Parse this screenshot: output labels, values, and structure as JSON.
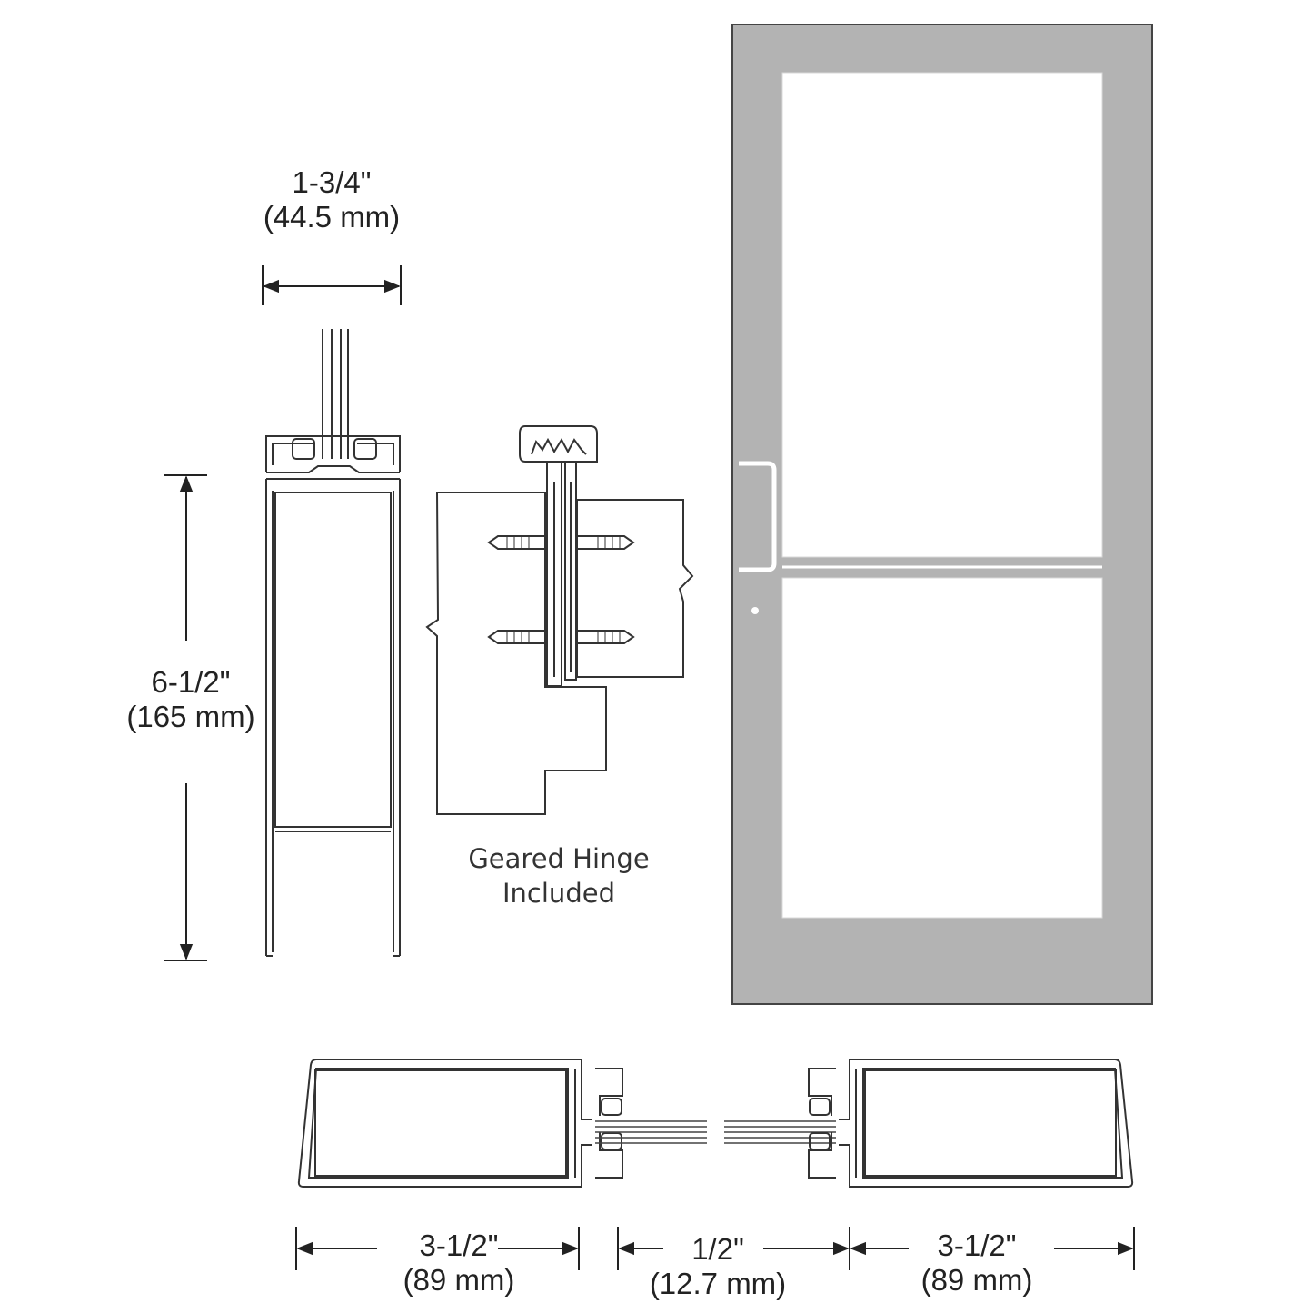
{
  "dimensions": {
    "top_width": {
      "imperial": "1-3/4\"",
      "metric": "(44.5 mm)"
    },
    "rail_height": {
      "imperial": "6-1/2\"",
      "metric": "(165 mm)"
    },
    "stile_left": {
      "imperial": "3-1/2\"",
      "metric": "(89 mm)"
    },
    "gap": {
      "imperial": "1/2\"",
      "metric": "(12.7 mm)"
    },
    "stile_right": {
      "imperial": "3-1/2\"",
      "metric": "(89 mm)"
    }
  },
  "hinge_note": {
    "line1": "Geared Hinge",
    "line2": "Included"
  },
  "colors": {
    "door_frame": "#b3b3b3",
    "line": "#333333",
    "glass": "#ffffff"
  }
}
